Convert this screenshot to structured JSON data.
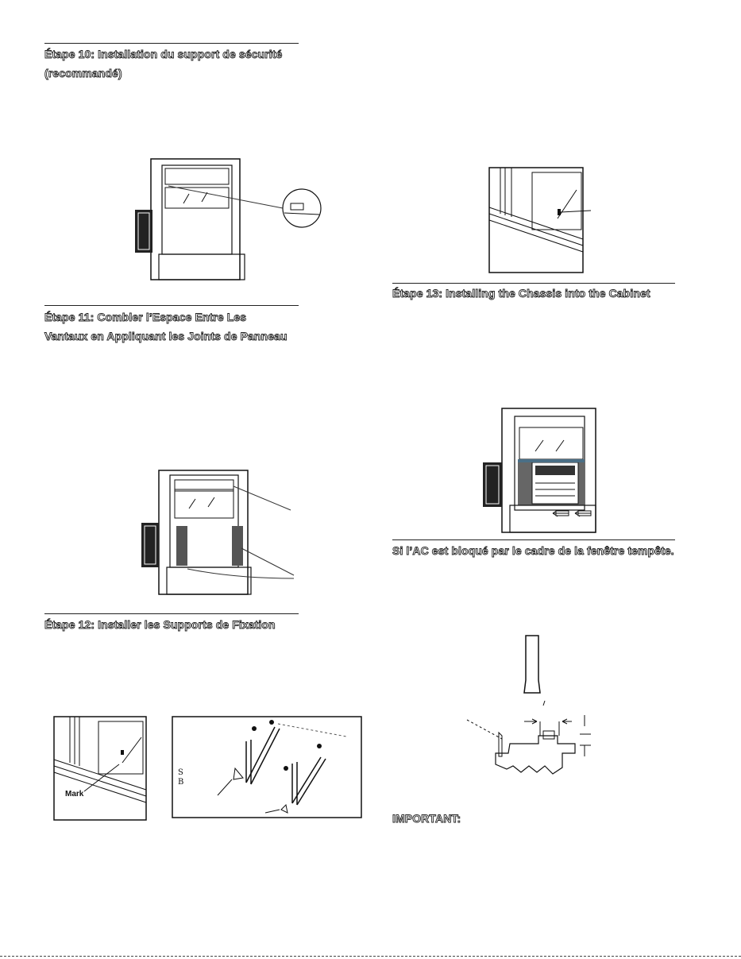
{
  "sections": {
    "step10": {
      "title_line1": "Étape 10: Installation du support de sécurité",
      "title_line2": "(recommandé)"
    },
    "step11": {
      "title_line1": "Étape 11: Combler l’Espace Entre Les",
      "title_line2": "Vantaux en Appliquant les Joints de Panneau"
    },
    "step12": {
      "title": "Étape 12: Installer les Supports de Fixation",
      "mark_label": "Mark",
      "small_s": "S",
      "small_b": "B"
    },
    "step13": {
      "title": "Étape 13: Installing the Chassis into the Cabinet"
    },
    "storm": {
      "title": "Si l’AC est bloqué par le cadre de la fenêtre tempête.",
      "important": "IMPORTANT:"
    }
  },
  "icons": [
    "window-unit-figure",
    "magnifier-circle",
    "bracket-closeup",
    "arrow-icon"
  ]
}
